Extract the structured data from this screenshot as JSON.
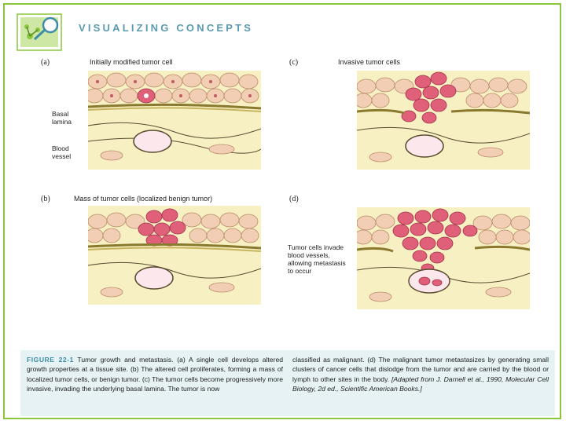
{
  "header": {
    "series_title": "VISUALIZING CONCEPTS",
    "logo_icon": "magnifier-molecule-icon"
  },
  "panels": {
    "a": {
      "label": "(a)",
      "title": "Initially modified tumor cell",
      "basal_lamina": "Basal lamina",
      "blood_vessel": "Blood vessel"
    },
    "b": {
      "label": "(b)",
      "title": "Mass of tumor cells (localized benign tumor)"
    },
    "c": {
      "label": "(c)",
      "title": "Invasive tumor cells"
    },
    "d": {
      "label": "(d)",
      "annotation": "Tumor cells invade blood vessels, allowing metastasis to occur"
    }
  },
  "caption": {
    "figure_label": "FIGURE 22-1",
    "left_text": "Tumor growth and metastasis. (a) A single cell develops altered growth properties at a tissue site. (b) The altered cell proliferates, forming a mass of localized tumor cells, or benign tumor. (c) The tumor cells become progressively more invasive, invading the underlying basal lamina. The tumor is now",
    "right_text": "classified as malignant. (d) The malignant tumor metastasizes by generating small clusters of cancer cells that dislodge from the tumor and are carried by the blood or lymph to other sites in the body.",
    "citation": "[Adapted from J. Darnell et al., 1990, Molecular Cell Biology, 2d ed., Scientific American Books.]"
  },
  "colors": {
    "frame": "#8cc63f",
    "title": "#5a9bb0",
    "caption_bg": "#e6f2f4",
    "epithelial_cell": "#f2cfb4",
    "tumor_cell": "#e0607a",
    "stroma": "#f7f0c2",
    "vessel": "#fce8ec"
  }
}
